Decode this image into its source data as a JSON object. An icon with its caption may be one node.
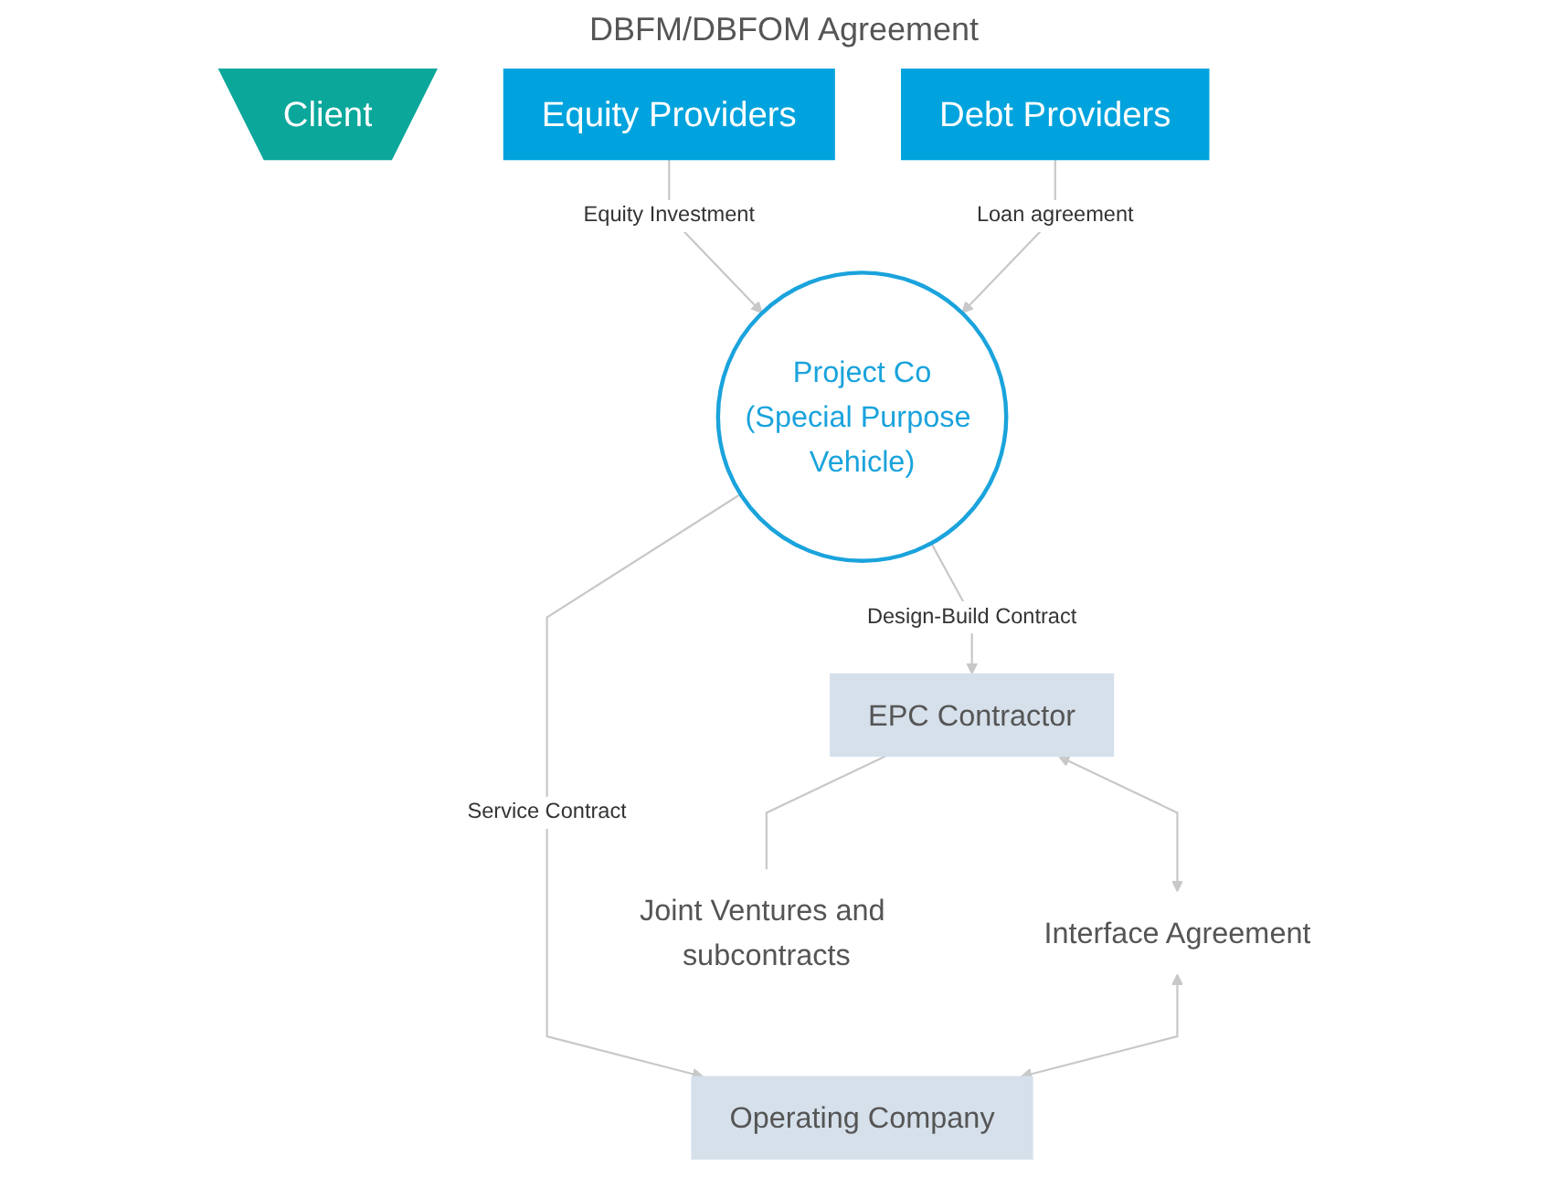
{
  "diagram": {
    "nodes": [
      {
        "text": [
          "Client"
        ]
      },
      {
        "text": [
          "Project Co",
          "(Special Purpose Vehicle)"
        ]
      },
      {
        "text": [
          "Equity Providers"
        ]
      },
      {
        "text": [
          "Debt Providers"
        ]
      },
      {
        "text": [
          "EPC Contractor"
        ]
      },
      {
        "text": [
          "Interface Agreement"
        ]
      },
      {
        "text": [
          "Operating Company"
        ]
      },
      {
        "text": [
          "Joint Ventures and subcontracts"
        ]
      }
    ],
    "edges": [
      {
        "from": 2,
        "to": 1,
        "arrow": "to",
        "label": "Equity Investment"
      },
      {
        "from": 3,
        "to": 1,
        "arrow": "to",
        "label": "Loan agreement"
      },
      {
        "from": 1,
        "to": 4,
        "arrow": "to",
        "label": "Design-Build Contract"
      },
      {
        "from": 1,
        "to": 6,
        "arrow": "to",
        "label": "Service Contract"
      },
      {
        "from": 4,
        "to": 5,
        "arrow": "both"
      },
      {
        "from": 5,
        "to": 6,
        "arrow": "both"
      },
      {
        "from": 4,
        "to": 7,
        "arrow": "none"
      }
    ],
    "labels": [
      "DBFM/DBFOM Agreement"
    ]
  }
}
